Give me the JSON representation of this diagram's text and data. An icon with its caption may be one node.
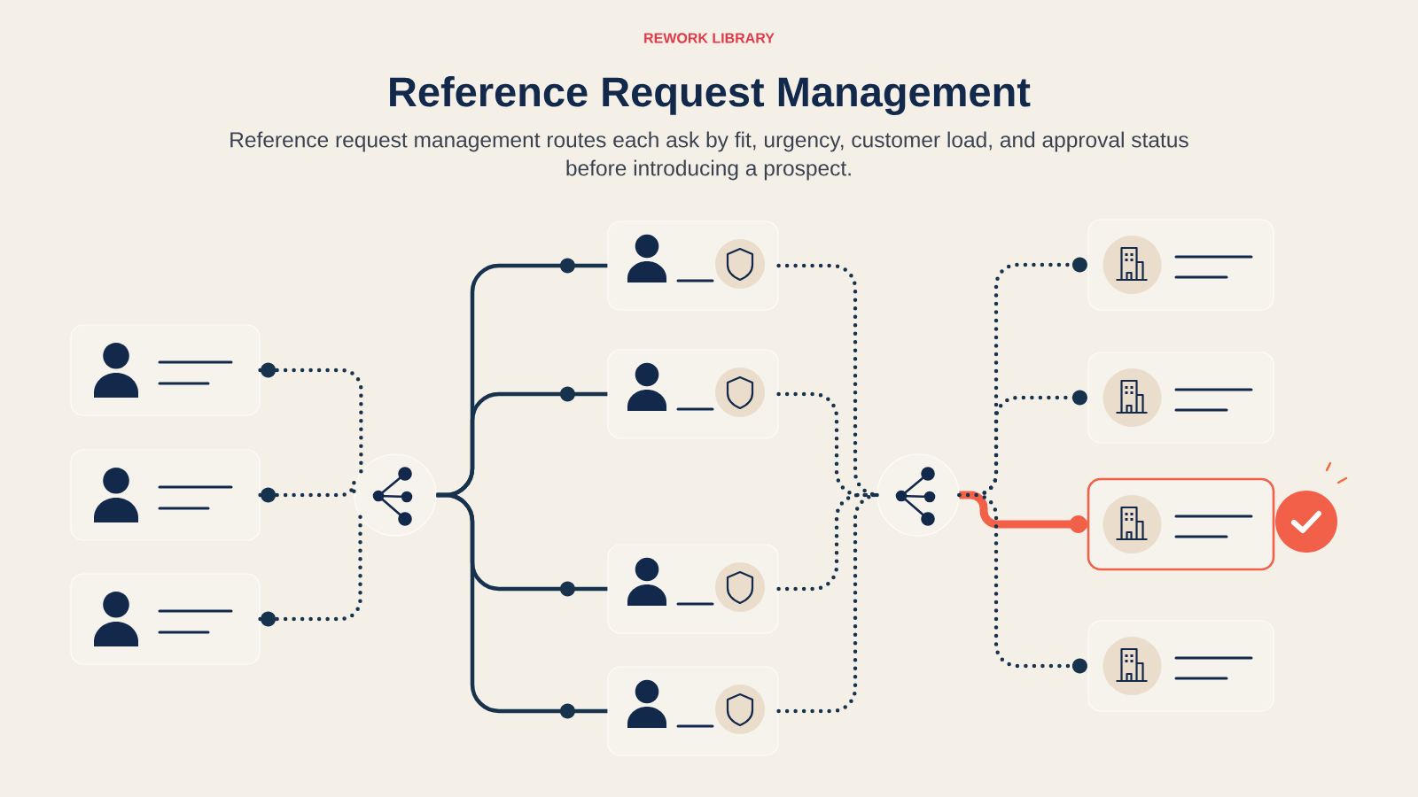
{
  "diagram": {
    "title": "Reference Request Management",
    "caption": "Reference request management routes each ask by fit, urgency, customer load, and approval status before introducing a prospect.",
    "labels": [
      "REWORK LIBRARY"
    ],
    "nodes": [
      {
        "text": [],
        "shape": "box"
      },
      {
        "text": [],
        "shape": "box"
      },
      {
        "text": [],
        "shape": "box"
      },
      {
        "text": [],
        "shape": "circle"
      },
      {
        "text": [],
        "shape": "box"
      },
      {
        "text": [],
        "shape": "box"
      },
      {
        "text": [],
        "shape": "box"
      },
      {
        "text": [],
        "shape": "box"
      },
      {
        "text": [],
        "shape": "circle"
      },
      {
        "text": [],
        "shape": "box"
      },
      {
        "text": [],
        "shape": "box"
      },
      {
        "text": [],
        "shape": "box"
      },
      {
        "text": [],
        "shape": "box"
      }
    ],
    "edges": [
      {
        "from": 0,
        "to": 3,
        "arrow": "other",
        "style": "dashed"
      },
      {
        "from": 1,
        "to": 3,
        "arrow": "other",
        "style": "dashed"
      },
      {
        "from": 2,
        "to": 3,
        "arrow": "other",
        "style": "dashed"
      },
      {
        "from": 3,
        "to": 4,
        "arrow": "none"
      },
      {
        "from": 3,
        "to": 5,
        "arrow": "none"
      },
      {
        "from": 3,
        "to": 6,
        "arrow": "none"
      },
      {
        "from": 3,
        "to": 7,
        "arrow": "none"
      },
      {
        "from": 4,
        "to": 8,
        "arrow": "none",
        "style": "dashed"
      },
      {
        "from": 5,
        "to": 8,
        "arrow": "none",
        "style": "dashed"
      },
      {
        "from": 6,
        "to": 8,
        "arrow": "none",
        "style": "dashed"
      },
      {
        "from": 7,
        "to": 8,
        "arrow": "none",
        "style": "dashed"
      },
      {
        "from": 8,
        "to": 9,
        "arrow": "other",
        "style": "dashed"
      },
      {
        "from": 8,
        "to": 10,
        "arrow": "other",
        "style": "dashed"
      },
      {
        "from": 8,
        "to": 11,
        "arrow": "other",
        "style": "thick",
        "color": "#f26049"
      },
      {
        "from": 8,
        "to": 12,
        "arrow": "other",
        "style": "dashed"
      }
    ]
  }
}
